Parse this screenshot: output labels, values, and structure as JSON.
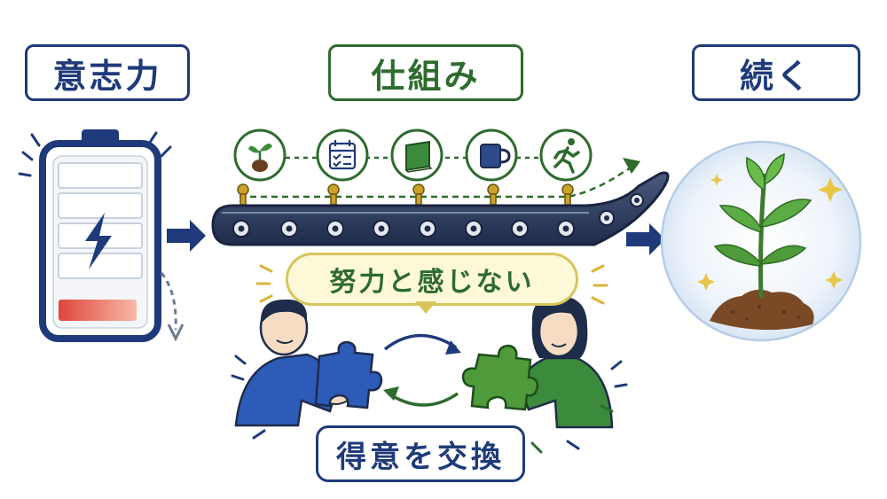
{
  "labels": {
    "willpower": "意志力",
    "system": "仕組み",
    "continue": "続く",
    "effortless": "努力と感じない",
    "exchange": "得意を交換"
  },
  "icons": [
    "sprout-icon",
    "calendar-checklist-icon",
    "book-icon",
    "mug-icon",
    "running-person-icon"
  ],
  "colors": {
    "navy": "#1f3a7a",
    "green": "#2e6b2e",
    "battery_low": "#e0453a",
    "bubble_fill": "#fdf8d8"
  }
}
